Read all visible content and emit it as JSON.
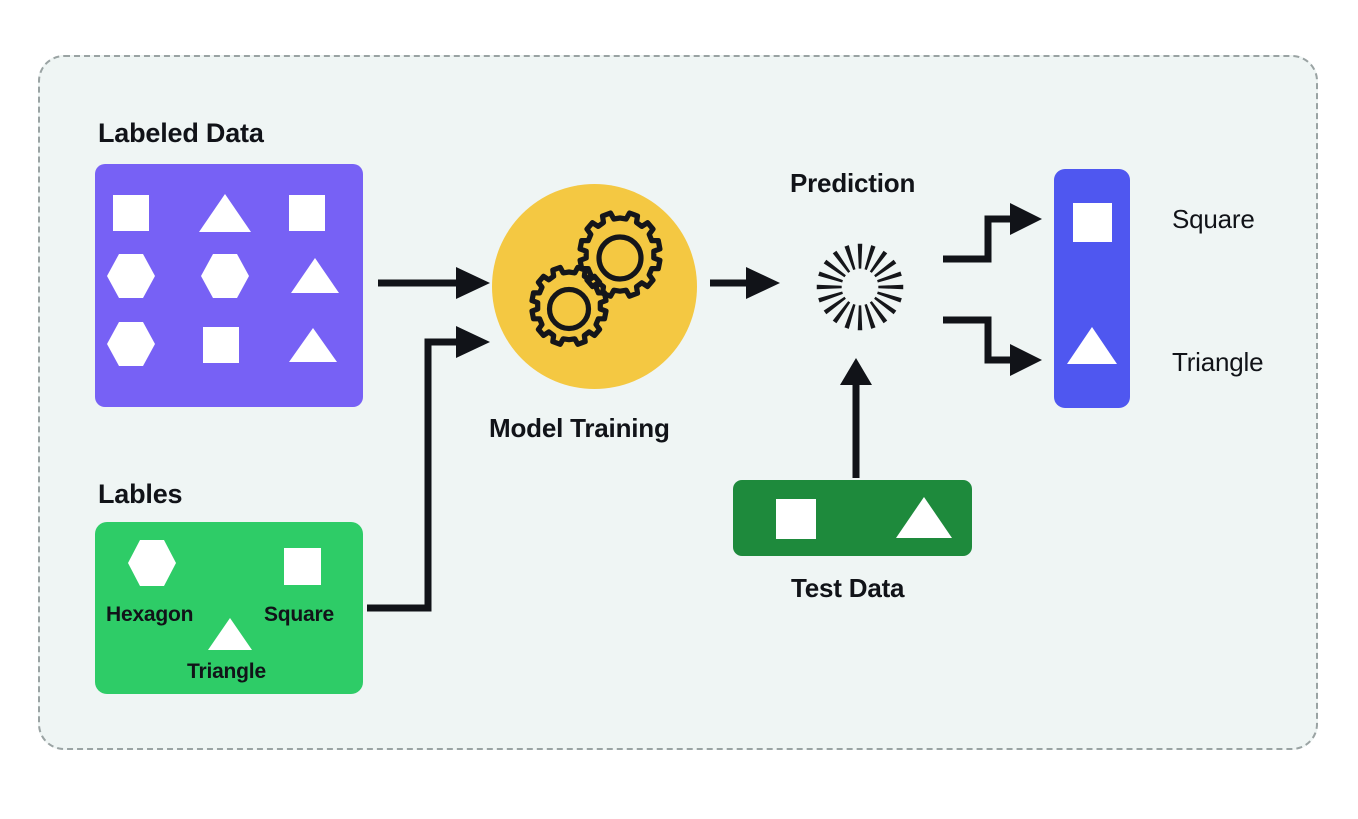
{
  "diagram": {
    "title_visible": false,
    "background_color": "#eff5f4",
    "border_style": "dashed"
  },
  "labeled_data": {
    "heading": "Labeled Data",
    "color": "#7761f5",
    "shapes": [
      "square",
      "triangle",
      "square",
      "hexagon",
      "hexagon",
      "triangle",
      "hexagon",
      "square",
      "triangle"
    ]
  },
  "labels": {
    "heading": "Lables",
    "color": "#2ecc67",
    "items": [
      {
        "shape": "hexagon",
        "label": "Hexagon"
      },
      {
        "shape": "square",
        "label": "Square"
      },
      {
        "shape": "triangle",
        "label": "Triangle"
      }
    ]
  },
  "model_training": {
    "caption": "Model Training",
    "color": "#f4c842",
    "icon": "gears-icon"
  },
  "prediction": {
    "caption": "Prediction",
    "icon": "radial-burst-icon"
  },
  "test_data": {
    "caption": "Test Data",
    "color": "#1e8a3c",
    "shapes": [
      "square",
      "triangle"
    ]
  },
  "output": {
    "color": "#4f57f0",
    "results": [
      {
        "shape": "square",
        "label": "Square"
      },
      {
        "shape": "triangle",
        "label": "Triangle"
      }
    ]
  },
  "arrows": [
    {
      "name": "labeled-data-to-training",
      "type": "straight-right"
    },
    {
      "name": "labels-to-training",
      "type": "elbow-up-right"
    },
    {
      "name": "training-to-prediction",
      "type": "straight-right"
    },
    {
      "name": "test-data-to-prediction",
      "type": "straight-up"
    },
    {
      "name": "prediction-to-square",
      "type": "elbow-up-right"
    },
    {
      "name": "prediction-to-triangle",
      "type": "elbow-down-right"
    }
  ]
}
